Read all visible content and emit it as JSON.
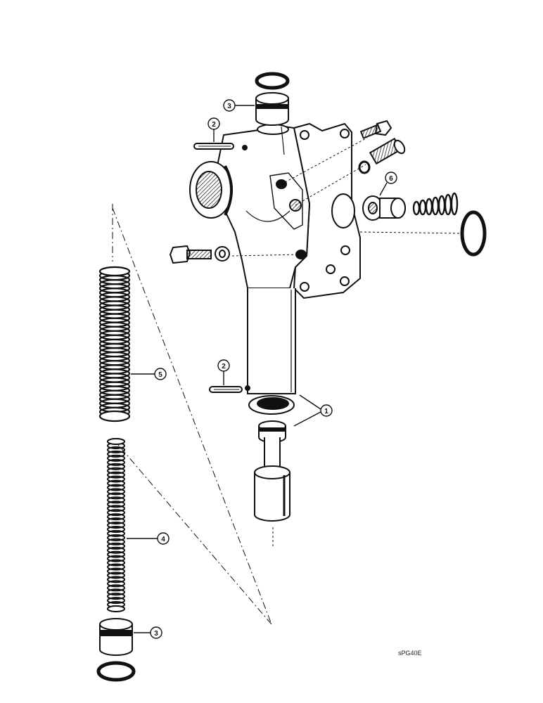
{
  "figure": {
    "drawing_code": "sPG40E",
    "callouts": {
      "c1": "1",
      "c2_top": "2",
      "c2_bottom": "2",
      "c3_top": "3",
      "c3_bottom": "3",
      "c4": "4",
      "c5": "5",
      "c6": "6"
    }
  },
  "colors": {
    "ink": "#111111",
    "paper": "#ffffff"
  }
}
